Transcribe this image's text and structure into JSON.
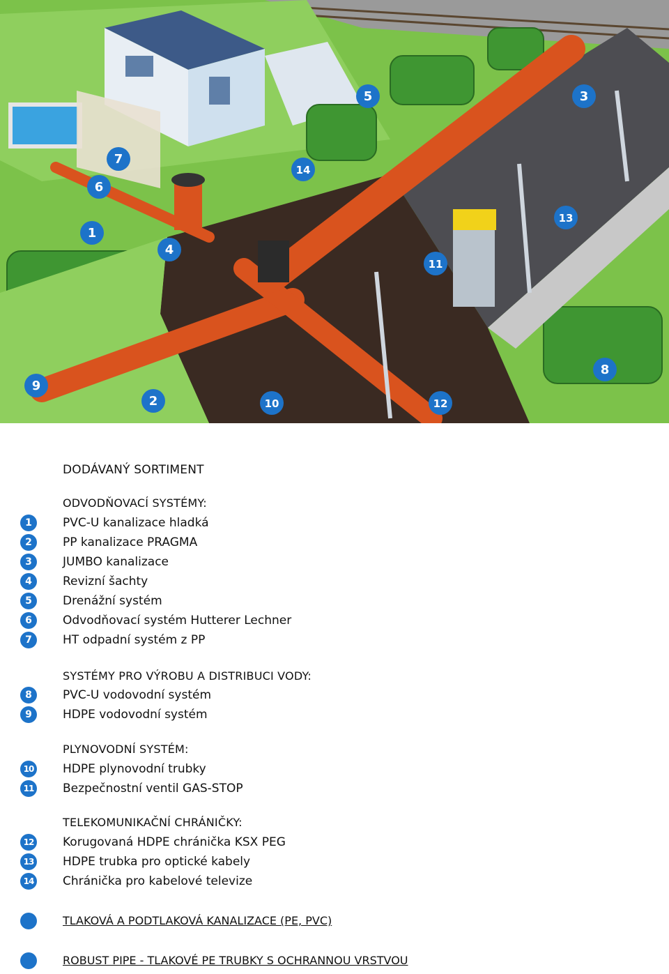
{
  "illustration": {
    "callouts": [
      {
        "num": "1"
      },
      {
        "num": "2"
      },
      {
        "num": "3"
      },
      {
        "num": "4"
      },
      {
        "num": "5"
      },
      {
        "num": "6"
      },
      {
        "num": "7"
      },
      {
        "num": "8"
      },
      {
        "num": "9"
      },
      {
        "num": "10"
      },
      {
        "num": "11"
      },
      {
        "num": "12"
      },
      {
        "num": "13"
      },
      {
        "num": "14"
      }
    ],
    "colors": {
      "callout": "#1d73c9",
      "pipe": "#d9531e",
      "grass": "#6fba3a",
      "road": "#4d4d52",
      "soil": "#3a2a22"
    }
  },
  "heading": "DODÁVANÝ SORTIMENT",
  "sections": [
    {
      "title": "ODVODŇOVACÍ SYSTÉMY:",
      "items": [
        {
          "num": "1",
          "text": "PVC-U kanalizace hladká"
        },
        {
          "num": "2",
          "text": "PP kanalizace PRAGMA"
        },
        {
          "num": "3",
          "text": "JUMBO kanalizace"
        },
        {
          "num": "4",
          "text": "Revizní šachty"
        },
        {
          "num": "5",
          "text": "Drenážní systém"
        },
        {
          "num": "6",
          "text": "Odvodňovací systém Hutterer Lechner"
        },
        {
          "num": "7",
          "text": "HT odpadní systém z PP"
        }
      ]
    },
    {
      "title": "SYSTÉMY PRO VÝROBU A DISTRIBUCI VODY:",
      "items": [
        {
          "num": "8",
          "text": "PVC-U vodovodní systém"
        },
        {
          "num": "9",
          "text": "HDPE vodovodní systém"
        }
      ]
    },
    {
      "title": "PLYNOVODNÍ SYSTÉM:",
      "items": [
        {
          "num": "10",
          "text": "HDPE plynovodní trubky"
        },
        {
          "num": "11",
          "text": "Bezpečnostní ventil GAS-STOP"
        }
      ]
    },
    {
      "title": "TELEKOMUNIKAČNÍ CHRÁNIČKY:",
      "items": [
        {
          "num": "12",
          "text": "Korugovaná HDPE chránička KSX PEG"
        },
        {
          "num": "13",
          "text": "HDPE trubka pro optické kabely"
        },
        {
          "num": "14",
          "text": "Chránička pro kabelové televize"
        }
      ]
    }
  ],
  "extra": [
    "TLAKOVÁ A PODTLAKOVÁ KANALIZACE (PE, PVC)",
    "ROBUST PIPE - TLAKOVÉ PE TRUBKY S OCHRANNOU VRSTVOU"
  ]
}
